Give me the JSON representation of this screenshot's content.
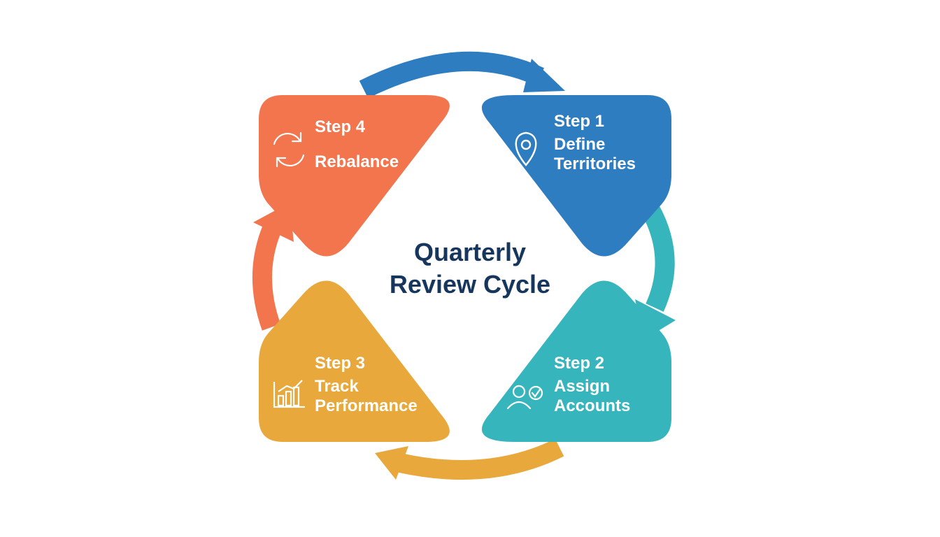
{
  "diagram": {
    "title_line1": "Quarterly",
    "title_line2": "Review Cycle",
    "steps": [
      {
        "step": "Step 1",
        "line1": "Define",
        "line2": "Territories",
        "icon": "map-pin-icon",
        "color": "#2F7DC1"
      },
      {
        "step": "Step 2",
        "line1": "Assign",
        "line2": "Accounts",
        "icon": "users-check-icon",
        "color": "#36B5BD"
      },
      {
        "step": "Step 3",
        "line1": "Track",
        "line2": "Performance",
        "icon": "bar-chart-icon",
        "color": "#E8A83C"
      },
      {
        "step": "Step 4",
        "line1": "Rebalance",
        "line2": "",
        "icon": "refresh-icon",
        "color": "#F2754E"
      }
    ],
    "title_color": "#17365D"
  }
}
